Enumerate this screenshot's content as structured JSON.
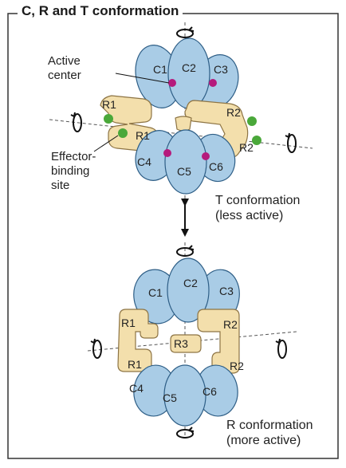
{
  "panel": {
    "title": "C, R and T conformation"
  },
  "labels": {
    "active_center": [
      "Active",
      "center"
    ],
    "effector_site": [
      "Effector-",
      "binding",
      "site"
    ],
    "t_conf": [
      "T conformation",
      "(less active)"
    ],
    "r_conf": [
      "R conformation",
      "(more active)"
    ]
  },
  "subunits_t": {
    "c1": "C1",
    "c2": "C2",
    "c3": "C3",
    "c4": "C4",
    "c5": "C5",
    "c6": "C6",
    "r1a": "R1",
    "r1b": "R1",
    "r2a": "R2",
    "r2b": "R2"
  },
  "subunits_r": {
    "c1": "C1",
    "c2": "C2",
    "c3": "C3",
    "c4": "C4",
    "c5": "C5",
    "c6": "C6",
    "r1a": "R1",
    "r1b": "R1",
    "r2a": "R2",
    "r2b": "R2",
    "r3": "R3"
  },
  "colors": {
    "catalytic": "#a9cce6",
    "regulatory": "#f3dfac",
    "active_site": "#b51a7c",
    "effector_site": "#4aa83a",
    "frame": "#333333"
  },
  "icons": [
    "rotation-arrow-icon",
    "double-headed-arrow-icon"
  ]
}
